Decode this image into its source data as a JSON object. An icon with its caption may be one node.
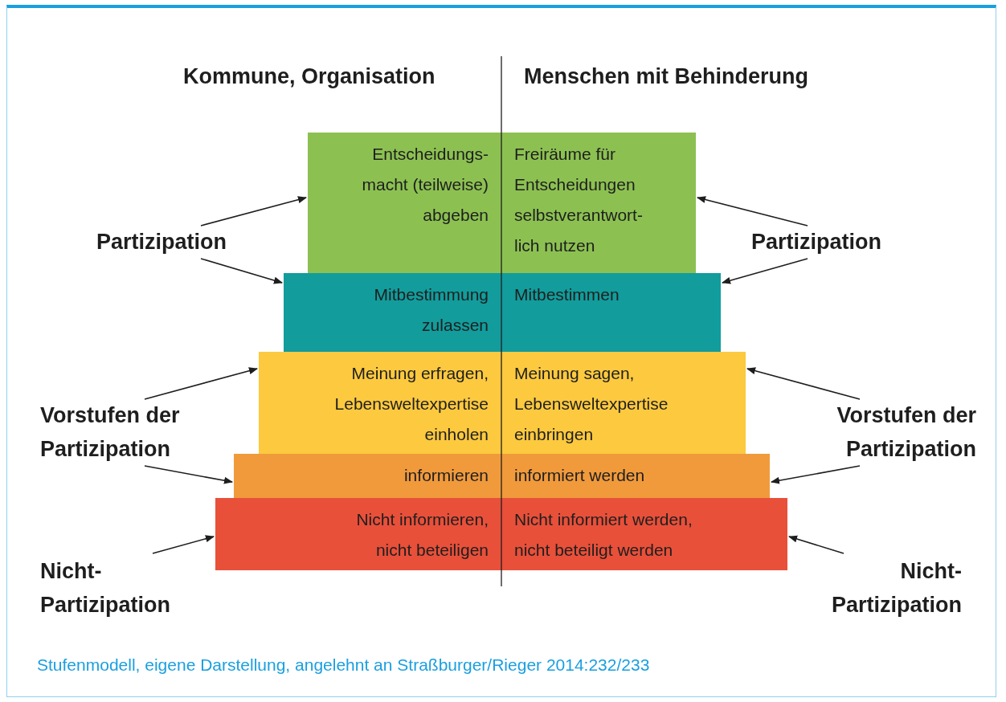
{
  "diagram": {
    "caption": "Stufenmodell, eigene Darstellung, angelehnt an Straßburger/Rieger 2014:232/233",
    "nodes": [
      {
        "text": [
          "Entscheidungs- macht (teilweise) abgeben"
        ]
      },
      {
        "text": [
          "Freiräume für Entscheidungen selbstverantwort- lich nutzen"
        ]
      },
      {
        "text": [
          "Mitbestimmung zulassen"
        ]
      },
      {
        "text": [
          "Mitbestimmen"
        ]
      },
      {
        "text": [
          "Meinung erfragen, Lebensweltexpertise einholen"
        ]
      },
      {
        "text": [
          "Meinung sagen, Lebensweltexpertise einbringen"
        ]
      },
      {
        "text": [
          "informieren"
        ]
      },
      {
        "text": [
          "informiert werden"
        ]
      },
      {
        "text": [
          "Nicht informieren, nicht beteiligen"
        ]
      },
      {
        "text": [
          "Nicht informiert werden, nicht beteiligt werden"
        ]
      },
      {
        "text": [
          "Partizipation"
        ]
      },
      {
        "text": [
          "Vorstufen der Partizipation"
        ]
      },
      {
        "text": [
          "Nicht- Partizipation"
        ]
      },
      {
        "text": [
          "Partizipation"
        ]
      },
      {
        "text": [
          "Vorstufen der Partizipation"
        ]
      },
      {
        "text": [
          "Nicht- Partizipation"
        ]
      }
    ],
    "edges": [
      {
        "from": 10,
        "to": 0,
        "arrow": "to"
      },
      {
        "from": 10,
        "to": 2,
        "arrow": "to"
      },
      {
        "from": 11,
        "to": 4,
        "arrow": "to"
      },
      {
        "from": 11,
        "to": 6,
        "arrow": "to"
      },
      {
        "from": 12,
        "to": 8,
        "arrow": "to"
      },
      {
        "from": 13,
        "to": 1,
        "arrow": "to"
      },
      {
        "from": 13,
        "to": 3,
        "arrow": "to"
      },
      {
        "from": 14,
        "to": 5,
        "arrow": "to"
      },
      {
        "from": 14,
        "to": 7,
        "arrow": "to"
      },
      {
        "from": 15,
        "to": 9,
        "arrow": "to"
      }
    ],
    "labels": [
      "Kommune, Organisation",
      "Menschen mit Behinderung"
    ]
  }
}
